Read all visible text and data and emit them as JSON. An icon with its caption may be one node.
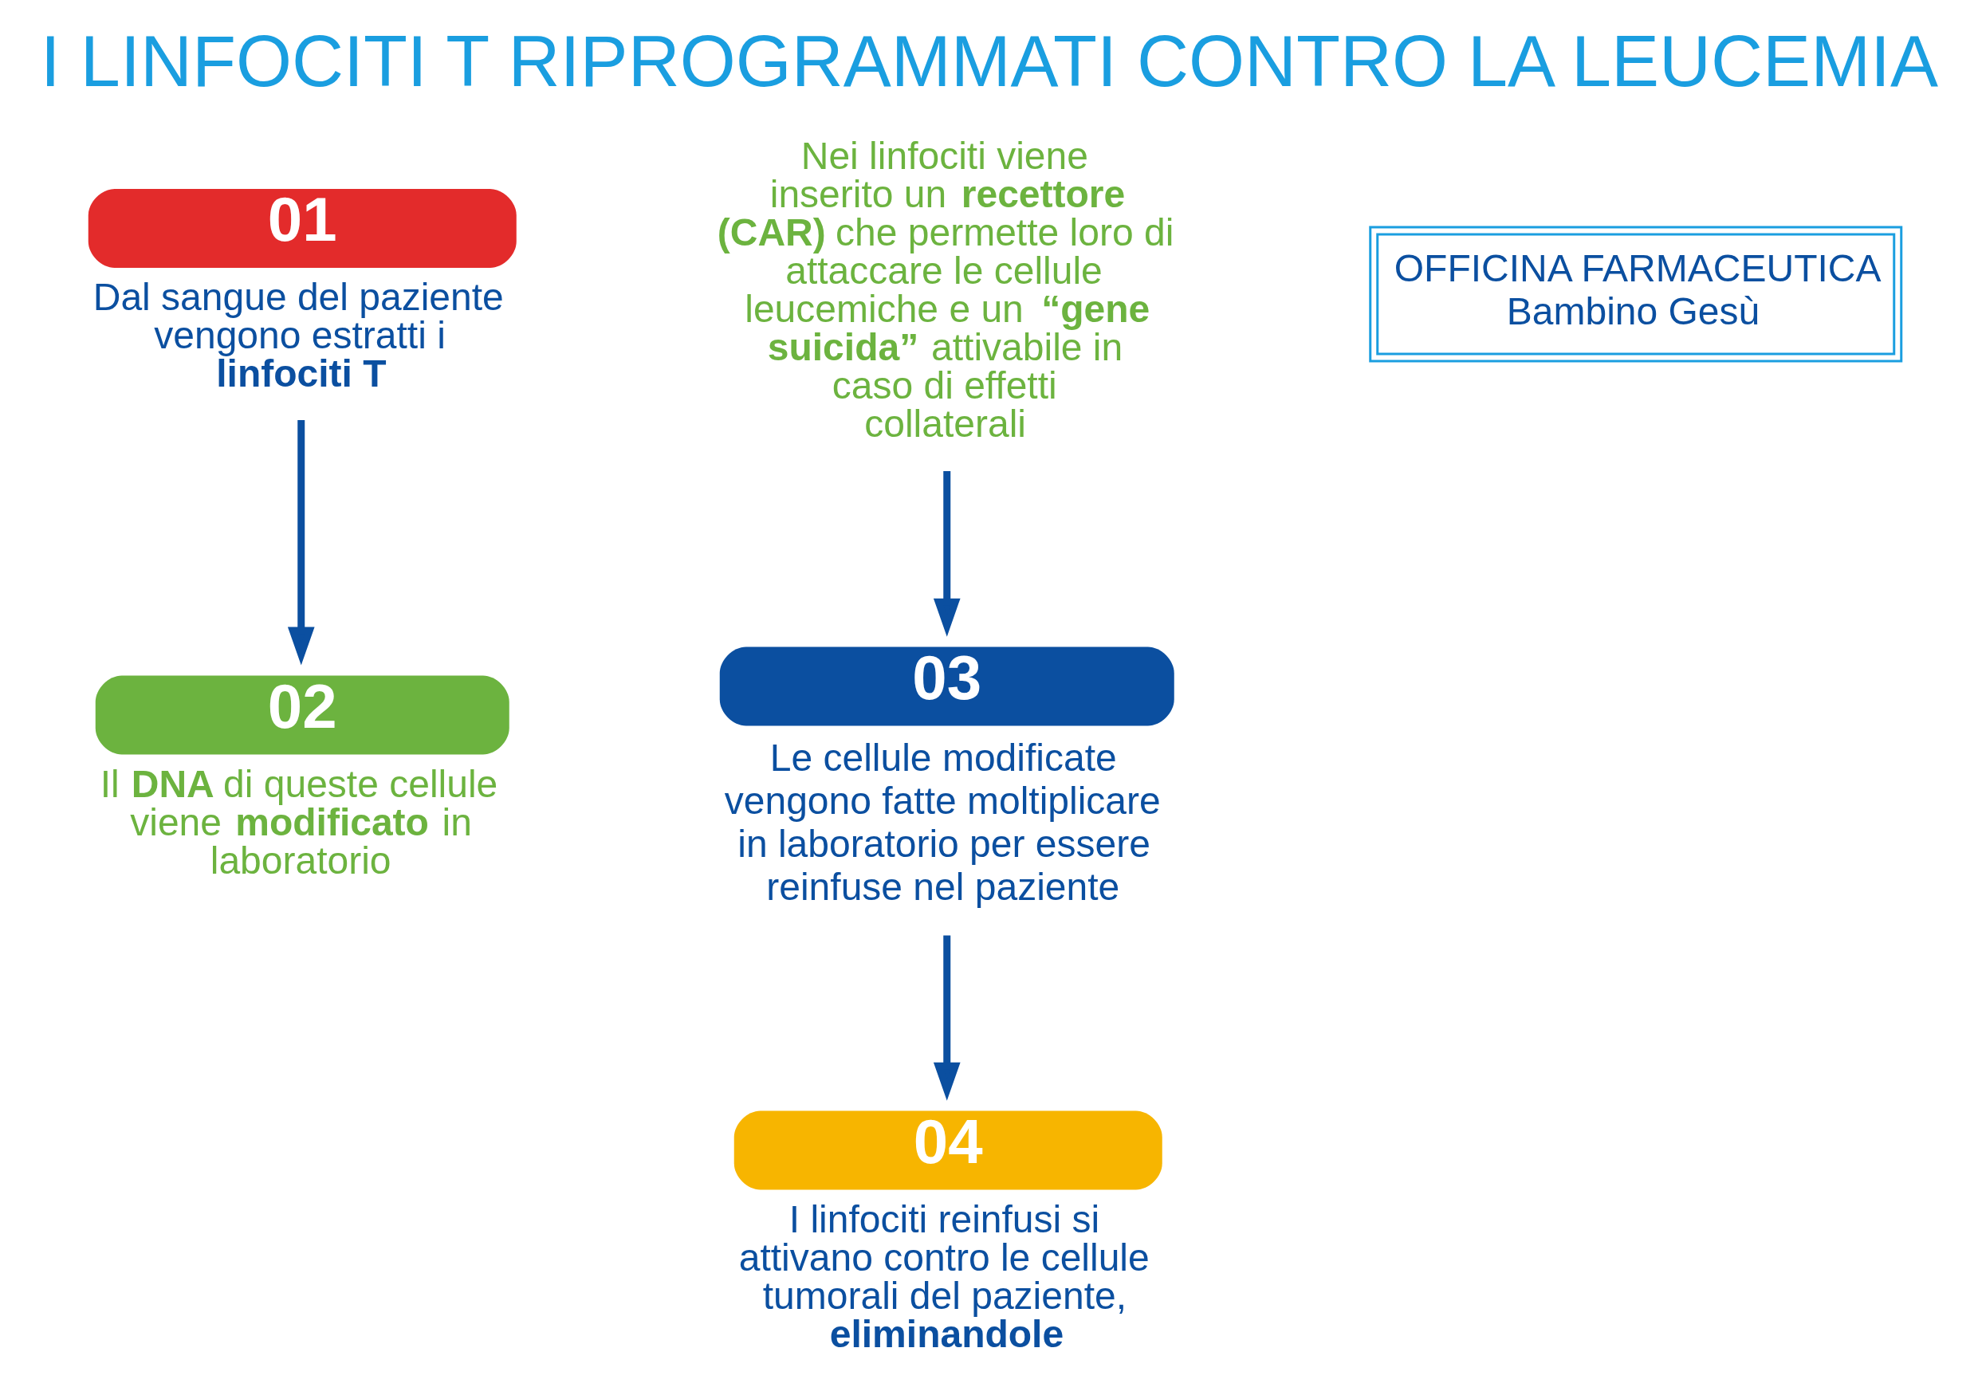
{
  "diagram": {
    "title": "I LINFOCITI T RIPROGRAMMATI CONTRO LA LEUCEMIA",
    "nodes": [
      {
        "text": [
          "01",
          "Dal sangue del paziente vengono estratti i **linfociti T**"
        ]
      },
      {
        "text": [
          "02",
          "Il **DNA** di queste cellule viene **modificato** in laboratorio"
        ]
      },
      {
        "text": [
          "Nei linfociti viene inserito un **recettore (CAR)** che permette loro di attaccare le cellule leucemiche e un **“gene suicida”** attivabile in caso di effetti collaterali"
        ]
      },
      {
        "text": [
          "03",
          "Le cellule modificate vengono fatte moltiplicare in laboratorio per essere reinfuse nel paziente"
        ]
      },
      {
        "text": [
          "04",
          "I linfociti reinfusi si attivano contro le cellule tumorali del paziente, **eliminandole**"
        ]
      }
    ],
    "edges": [
      {
        "from": 0,
        "to": 1,
        "arrow": "to"
      },
      {
        "from": 2,
        "to": 3,
        "arrow": "to"
      },
      {
        "from": 3,
        "to": 4,
        "arrow": "to"
      }
    ],
    "labels": [
      "OFFICINA FARMACEUTICA Bambino Gesù"
    ]
  }
}
